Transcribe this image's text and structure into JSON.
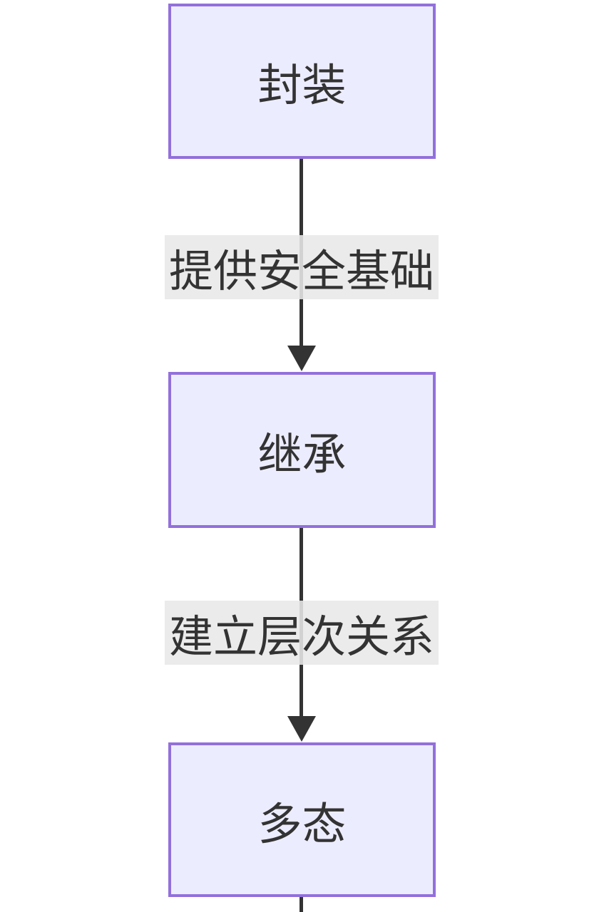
{
  "diagram": {
    "type": "flowchart",
    "direction": "top-down",
    "nodes": [
      {
        "id": "encapsulation",
        "label": "封装"
      },
      {
        "id": "inheritance",
        "label": "继承"
      },
      {
        "id": "polymorphism",
        "label": "多态"
      }
    ],
    "edges": [
      {
        "from": "封装",
        "to": "继承",
        "label": "提供安全基础"
      },
      {
        "from": "继承",
        "to": "多态",
        "label": "建立层次关系"
      }
    ],
    "colors": {
      "node_fill": "#ECECFF",
      "node_border": "#9370DB",
      "node_text": "#333333",
      "edge_line": "#333333",
      "edge_label_bg": "#e8e8e8",
      "background": "#ffffff"
    }
  }
}
